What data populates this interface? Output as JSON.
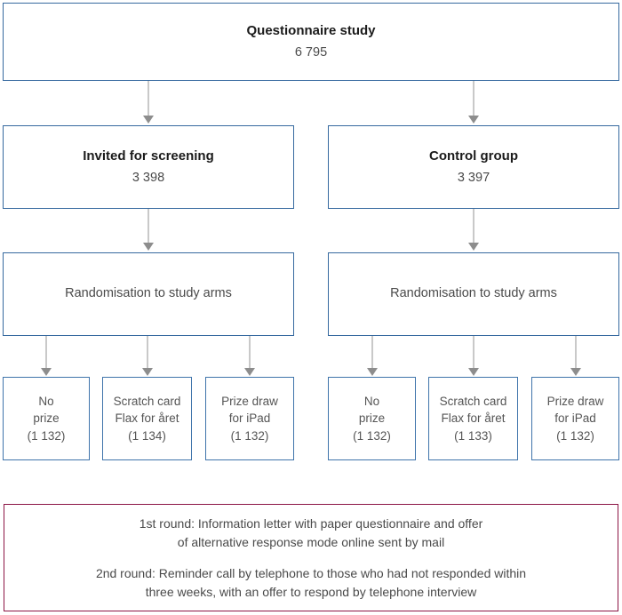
{
  "figure": {
    "type": "flowchart",
    "top_box": {
      "title": "Questionnaire study",
      "count": "6 795"
    },
    "arms": [
      {
        "title": "Invited for screening",
        "count": "3 398",
        "randomisation_label": "Randomisation to study arms",
        "groups": [
          {
            "line1": "No",
            "line2": "prize",
            "line3": "(1 132)"
          },
          {
            "line1": "Scratch card",
            "line2": "Flax for året",
            "line3": "(1 134)"
          },
          {
            "line1": "Prize draw",
            "line2": "for iPad",
            "line3": "(1 132)"
          }
        ]
      },
      {
        "title": "Control group",
        "count": "3 397",
        "randomisation_label": "Randomisation to study arms",
        "groups": [
          {
            "line1": "No",
            "line2": "prize",
            "line3": "(1 132)"
          },
          {
            "line1": "Scratch card",
            "line2": "Flax for året",
            "line3": "(1 133)"
          },
          {
            "line1": "Prize draw",
            "line2": "for iPad",
            "line3": "(1 132)"
          }
        ]
      }
    ],
    "note": {
      "paragraph1_line1": "1st round: Information letter with paper questionnaire and offer",
      "paragraph1_line2": "of alternative response mode online sent by mail",
      "paragraph2_line1": "2nd round: Reminder call by telephone to those who had not responded within",
      "paragraph2_line2": "three weeks, with an offer to respond by telephone interview"
    },
    "colors": {
      "box_border": "#36699f",
      "note_border": "#8c1545",
      "connector": "#c9c9c9",
      "arrowhead": "#8d8d8d",
      "text": "#4a4a4a"
    }
  }
}
